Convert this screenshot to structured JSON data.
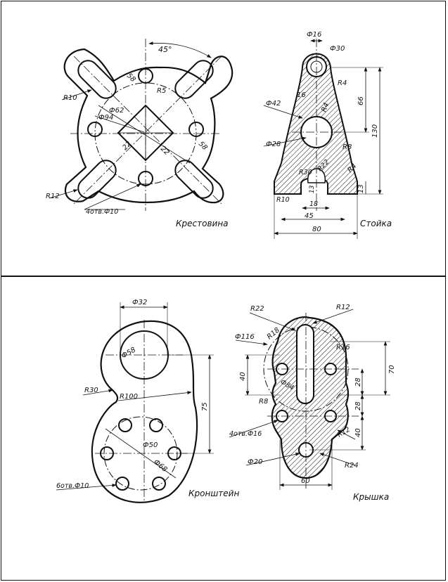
{
  "krestovina": {
    "title": "Крестовина",
    "dims": {
      "angle": "45°",
      "d58a": "58",
      "d58b": "58",
      "r5": "R5",
      "r10": "R10",
      "d62": "Ф62",
      "d94": "Ф94",
      "d22a": "22",
      "d22b": "22",
      "r12": "R12",
      "holes": "4отв.Ф10"
    }
  },
  "stoika": {
    "title": "Стойка",
    "dims": {
      "d16": "Ф16",
      "d30": "Ф30",
      "r4a": "R4",
      "r4b": "R4",
      "r4c": "R4",
      "v16": "16",
      "d42": "Ф42",
      "d28": "Ф28",
      "r8": "R8",
      "h66": "66",
      "h130": "130",
      "r30": "R30",
      "r22": "R22",
      "v13a": "13",
      "h13": "13",
      "r10": "R10",
      "w18": "18",
      "w45": "45",
      "w80": "80"
    }
  },
  "kronshtein": {
    "title": "Кронштейн",
    "dims": {
      "d32": "Ф32",
      "d58": "Ф58",
      "r30": "R30",
      "r100": "R100",
      "h75": "75",
      "d50": "Ф50",
      "d68": "Ф68",
      "holes": "6отв.Ф10"
    }
  },
  "kryshka": {
    "title": "Крышка",
    "dims": {
      "r22": "R22",
      "r12a": "R12",
      "d116": "Ф116",
      "r18": "R18",
      "r16": "R16",
      "v40a": "40",
      "d84": "Ф84",
      "h70": "70",
      "v28a": "28",
      "v28b": "28",
      "r8": "R8",
      "v40b": "40",
      "holes": "4отв.Ф16",
      "r12b": "R12",
      "d20": "Ф20",
      "r24": "R24",
      "w60": "60"
    }
  }
}
